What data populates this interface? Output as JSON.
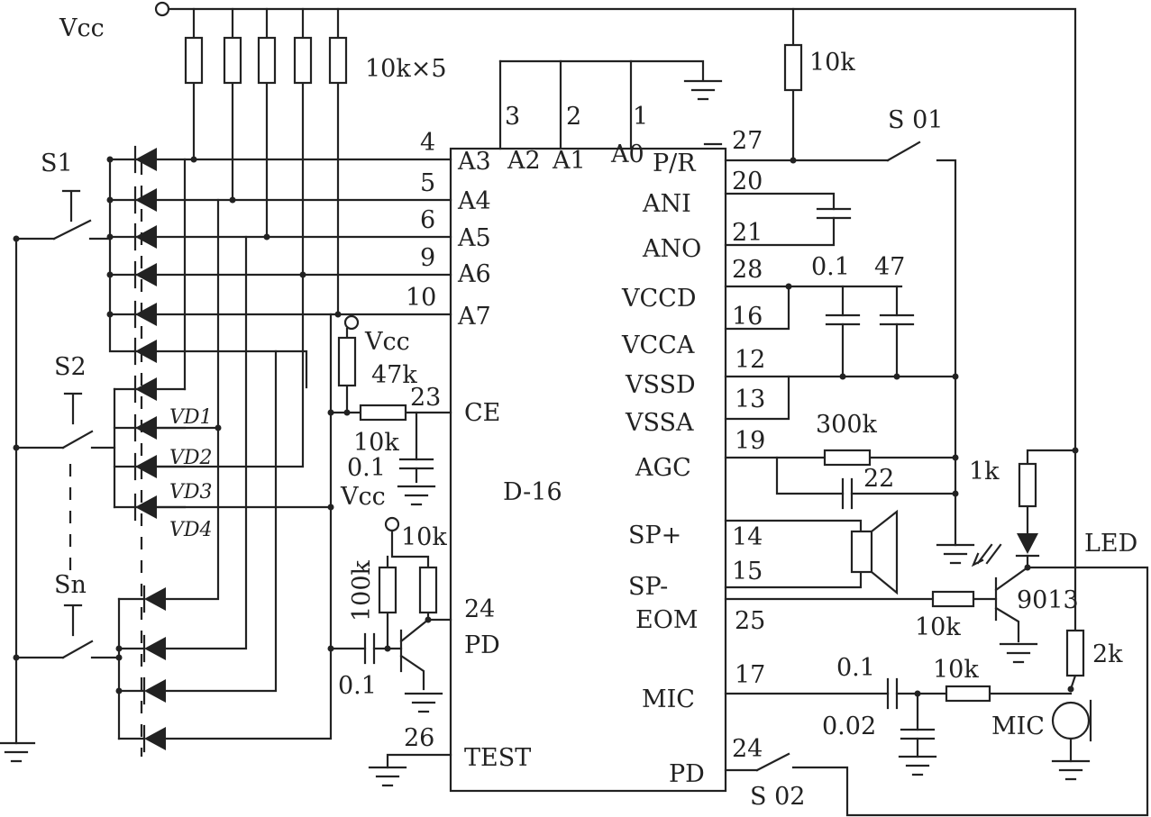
{
  "chip": {
    "name": "D-16"
  },
  "power": {
    "vcc_top": "Vcc",
    "vcc_ce": "Vcc",
    "vcc_cap": "Vcc"
  },
  "resistor_array": "10k×5",
  "switches": {
    "s1": "S1",
    "s2": "S2",
    "sn": "Sn",
    "s01": "S 01",
    "s02": "S 02"
  },
  "diodes": {
    "vd1": "VD1",
    "vd2": "VD2",
    "vd3": "VD3",
    "vd4": "VD4"
  },
  "left_pins": [
    {
      "num": "4",
      "name": "A3"
    },
    {
      "num": "5",
      "name": "A4"
    },
    {
      "num": "6",
      "name": "A5"
    },
    {
      "num": "9",
      "name": "A6"
    },
    {
      "num": "10",
      "name": "A7"
    },
    {
      "num": "23",
      "name": "CE"
    },
    {
      "num": "24",
      "name": "PD"
    },
    {
      "num": "26",
      "name": "TEST"
    }
  ],
  "top_pins": [
    {
      "num": "3",
      "name": "A2"
    },
    {
      "num": "2",
      "name": "A1"
    },
    {
      "num": "1",
      "name": "A0"
    }
  ],
  "right_pins": [
    {
      "num": "27",
      "name": "P/R"
    },
    {
      "num": "20",
      "name": "ANI"
    },
    {
      "num": "21",
      "name": "ANO"
    },
    {
      "num": "28",
      "name": "VCCD"
    },
    {
      "num": "16",
      "name": "VCCA"
    },
    {
      "num": "12",
      "name": "VSSD"
    },
    {
      "num": "13",
      "name": "VSSA"
    },
    {
      "num": "19",
      "name": "AGC"
    },
    {
      "num": "14",
      "name": "SP+"
    },
    {
      "num": "15",
      "name": "SP-"
    },
    {
      "num": "25",
      "name": "EOM"
    },
    {
      "num": "17",
      "name": "MIC"
    },
    {
      "num": "24",
      "name": "PD"
    }
  ],
  "components": {
    "r_pr": "10k",
    "r_ce_pullup": "47k",
    "r_ce": "10k",
    "c_ce": "0.1",
    "r_base": "100k",
    "r_collector": "10k",
    "c_pd": "0.1",
    "c_vcc1": "0.1",
    "c_vcc2": "47",
    "r_agc": "300k",
    "c_agc": "22",
    "r_led": "1k",
    "led": "LED",
    "transistor": "9013",
    "r_eom": "10k",
    "r_mic_bias": "2k",
    "c_mic": "0.1",
    "r_mic": "10k",
    "c_mic_filter": "0.02",
    "mic": "MIC"
  }
}
